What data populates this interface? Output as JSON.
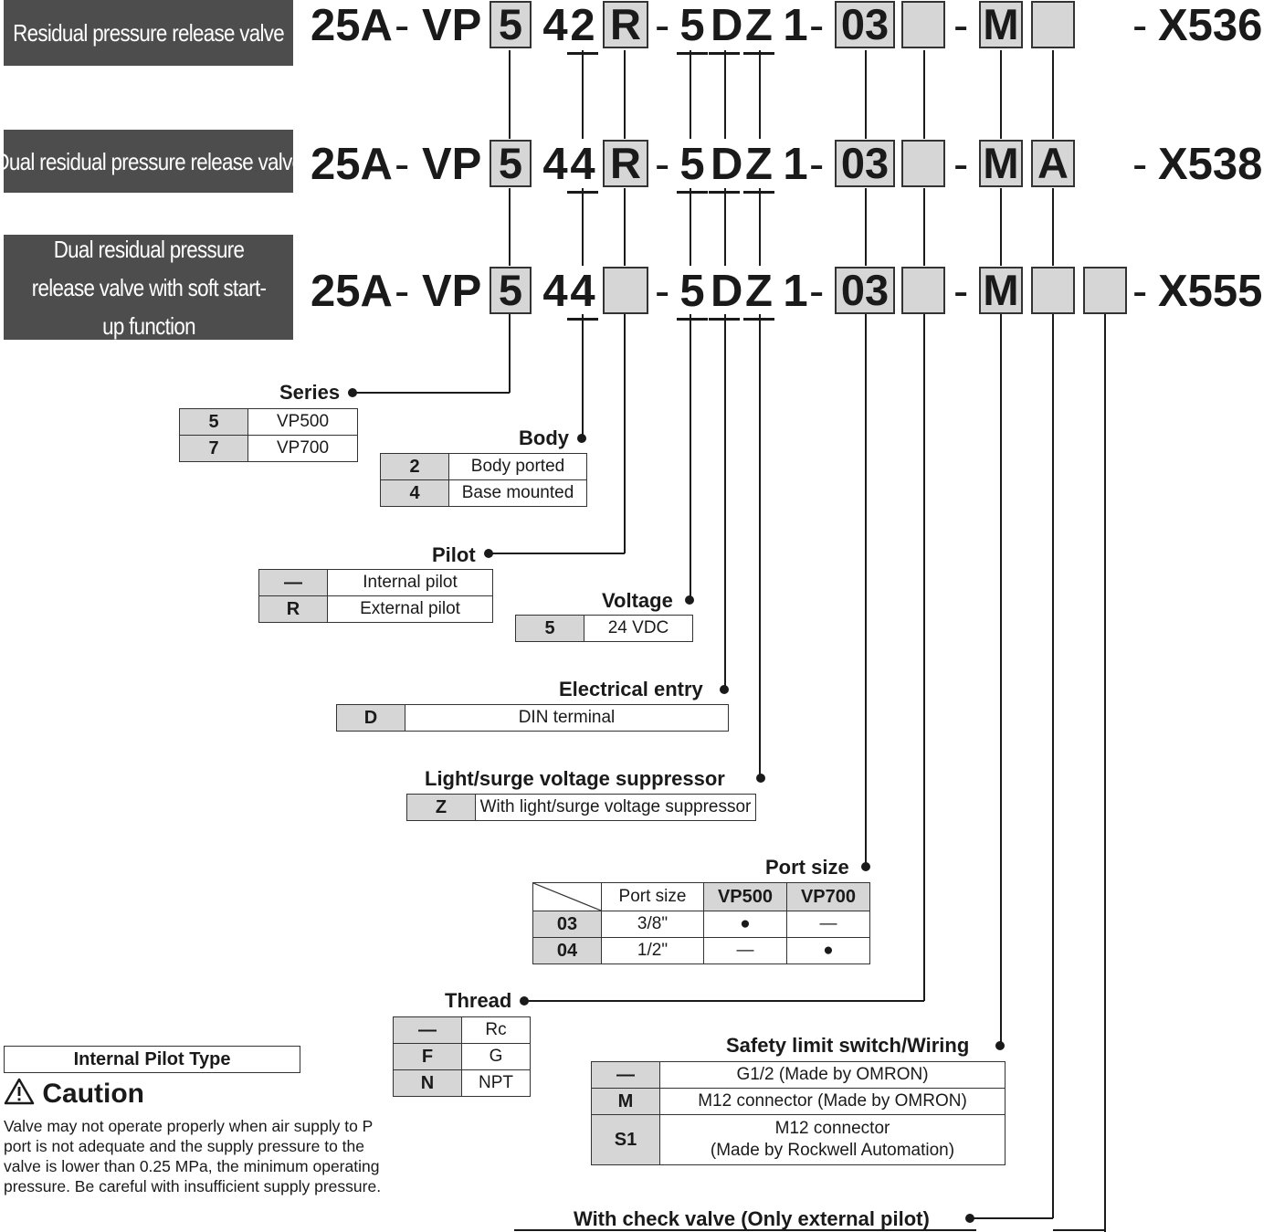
{
  "titles": [
    "Residual pressure release valve",
    "Dual residual pressure release valve",
    "Dual residual pressure release valve with soft start-up function"
  ],
  "codes": [
    {
      "prefix": "25A",
      "vp": "VP",
      "series": "5",
      "num": "4",
      "body": "2",
      "pilot": "R",
      "voltage": "5",
      "entry": "D",
      "suppressor": "Z",
      "one": "1",
      "port": "03",
      "thread": "",
      "switch": "M",
      "check": "",
      "soft": "",
      "suffix": "X536"
    },
    {
      "prefix": "25A",
      "vp": "VP",
      "series": "5",
      "num": "4",
      "body": "4",
      "pilot": "R",
      "voltage": "5",
      "entry": "D",
      "suppressor": "Z",
      "one": "1",
      "port": "03",
      "thread": "",
      "switch": "M",
      "check": "A",
      "soft": "",
      "suffix": "X538"
    },
    {
      "prefix": "25A",
      "vp": "VP",
      "series": "5",
      "num": "4",
      "body": "4",
      "pilot": "",
      "voltage": "5",
      "entry": "D",
      "suppressor": "Z",
      "one": "1",
      "port": "03",
      "thread": "",
      "switch": "M",
      "check": "",
      "soft": "",
      "suffix": "X555"
    }
  ],
  "dash": "-",
  "sections": {
    "series": {
      "label": "Series",
      "rows": [
        [
          "5",
          "VP500"
        ],
        [
          "7",
          "VP700"
        ]
      ]
    },
    "body": {
      "label": "Body",
      "rows": [
        [
          "2",
          "Body ported"
        ],
        [
          "4",
          "Base mounted"
        ]
      ]
    },
    "pilot": {
      "label": "Pilot",
      "rows": [
        [
          "—",
          "Internal pilot"
        ],
        [
          "R",
          "External pilot"
        ]
      ]
    },
    "voltage": {
      "label": "Voltage",
      "rows": [
        [
          "5",
          "24 VDC"
        ]
      ]
    },
    "entry": {
      "label": "Electrical entry",
      "rows": [
        [
          "D",
          "DIN terminal"
        ]
      ]
    },
    "suppressor": {
      "label": "Light/surge voltage suppressor",
      "rows": [
        [
          "Z",
          "With light/surge voltage suppressor"
        ]
      ]
    },
    "port": {
      "label": "Port size",
      "header": [
        "Port size",
        "VP500",
        "VP700"
      ],
      "rows": [
        [
          "03",
          "3/8\"",
          "●",
          "—"
        ],
        [
          "04",
          "1/2\"",
          "—",
          "●"
        ]
      ]
    },
    "thread": {
      "label": "Thread",
      "rows": [
        [
          "—",
          "Rc"
        ],
        [
          "F",
          "G"
        ],
        [
          "N",
          "NPT"
        ]
      ]
    },
    "switch": {
      "label": "Safety limit switch/Wiring",
      "rows": [
        [
          "—",
          "G1/2 (Made by OMRON)"
        ],
        [
          "M",
          "M12 connector (Made by OMRON)"
        ],
        [
          "S1",
          "M12 connector",
          "(Made by Rockwell Automation)"
        ]
      ]
    },
    "check": {
      "label": "With check valve (Only external pilot)"
    }
  },
  "caution": {
    "header": "Internal Pilot Type",
    "title": "Caution",
    "icon": "warning-triangle-icon",
    "text": "Valve may not operate properly when air supply to P port is not adequate and the supply pressure to the valve is lower than 0.25 MPa, the minimum operating pressure. Be careful with insufficient supply pressure."
  }
}
